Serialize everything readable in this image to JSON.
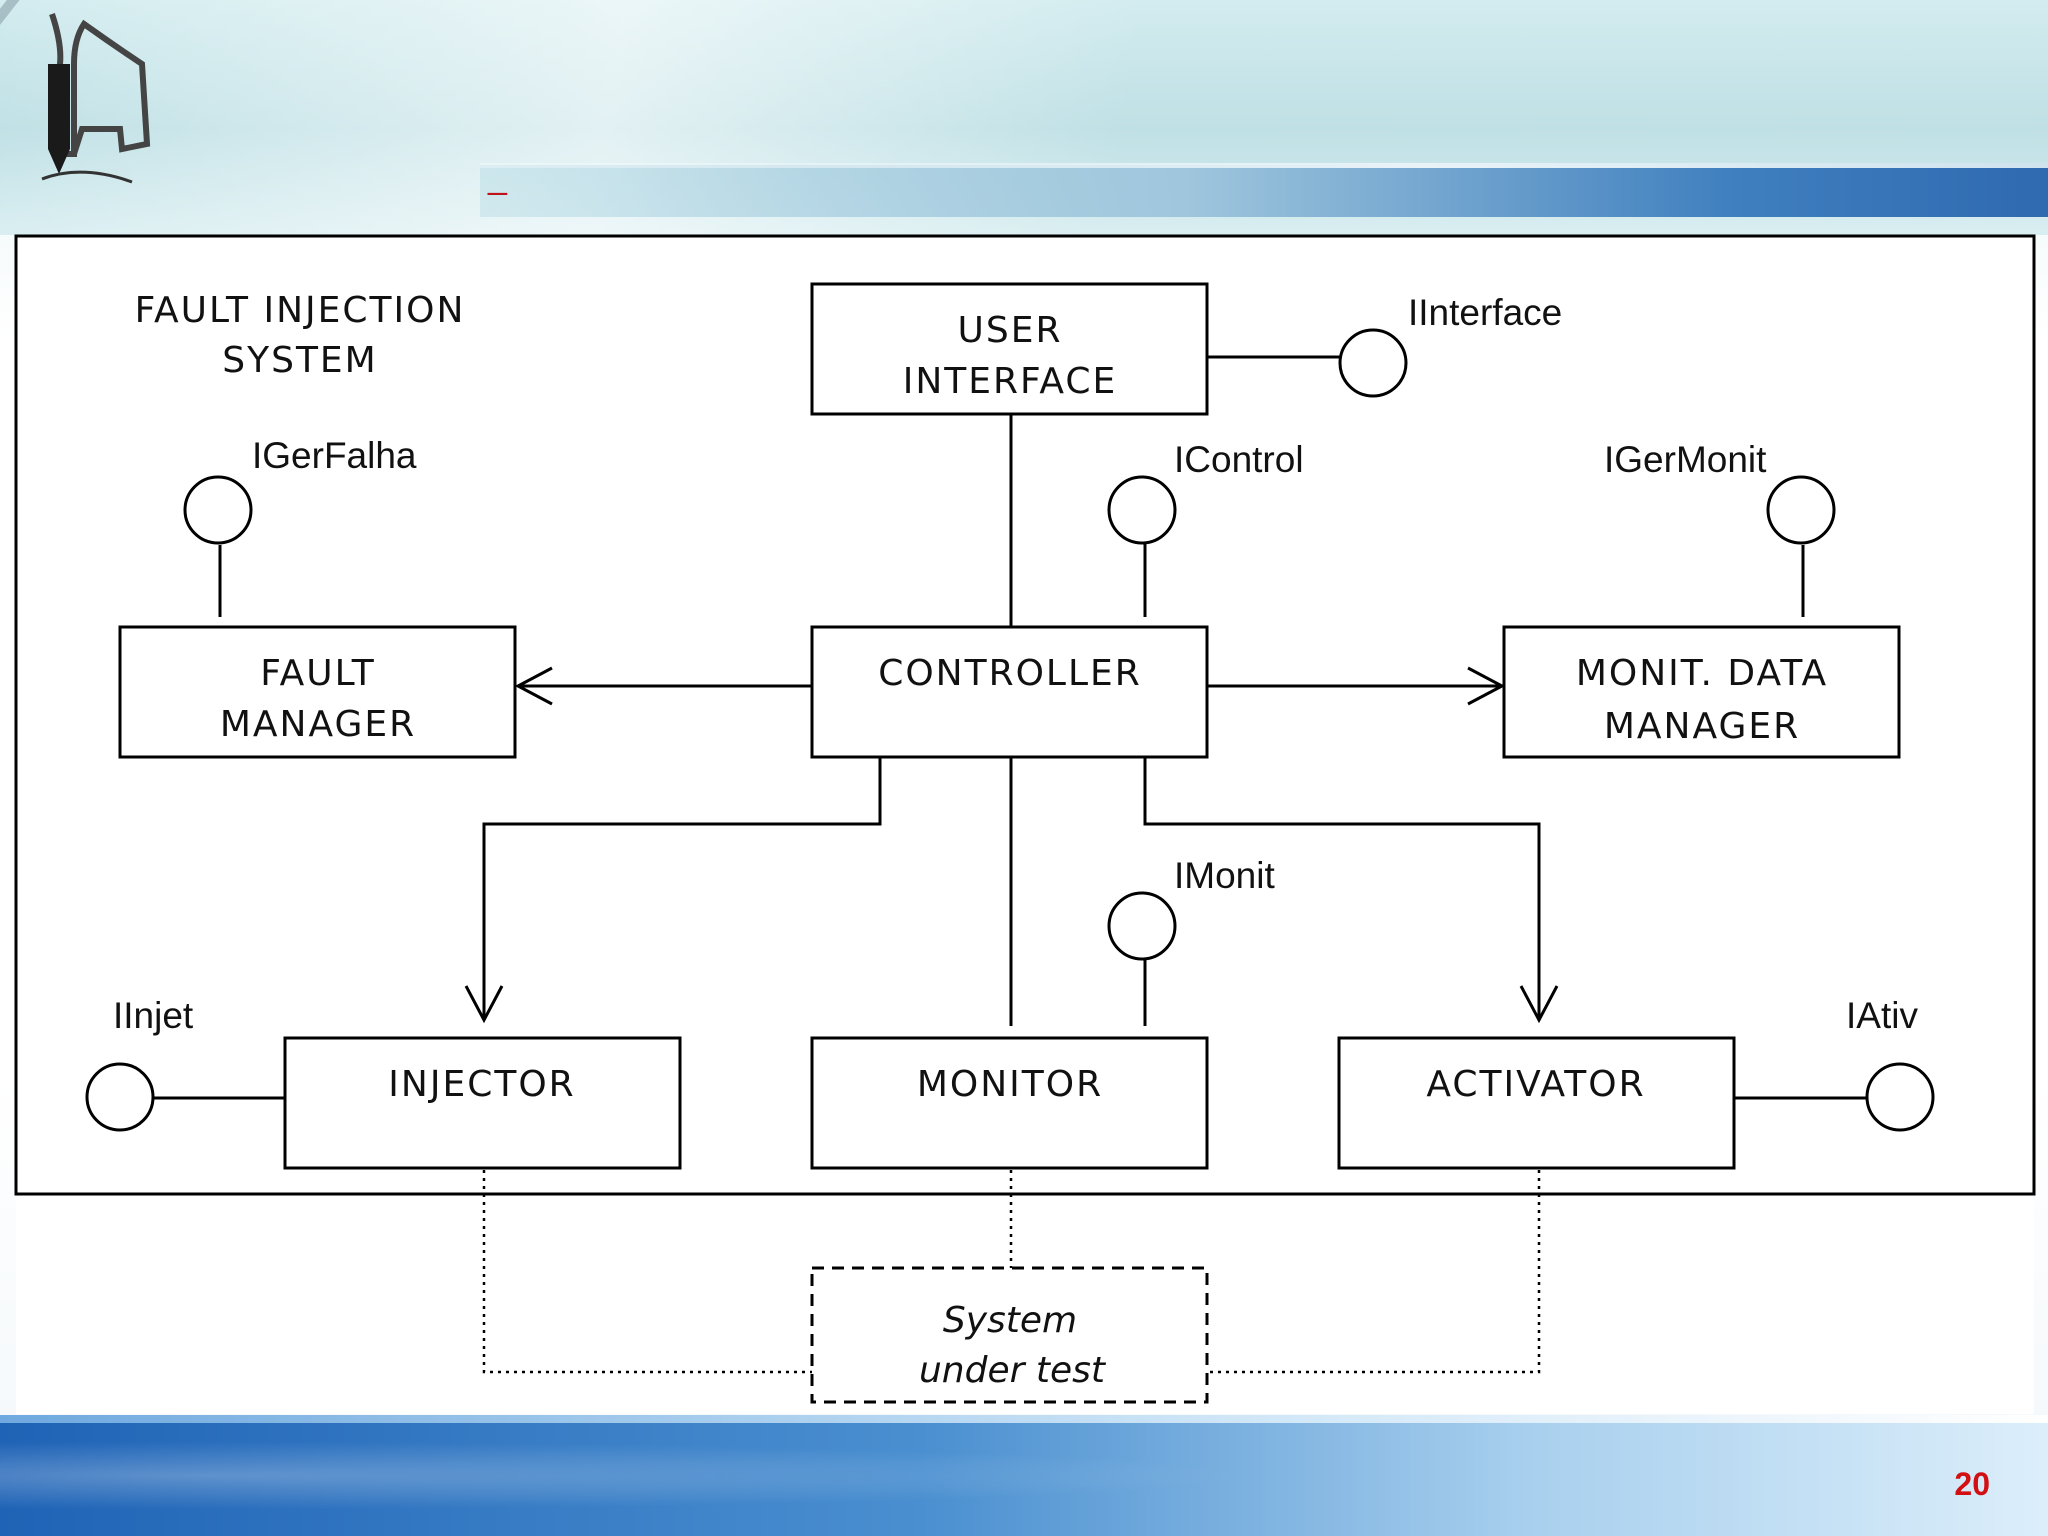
{
  "slide": {
    "title_mark": "_",
    "page_number": "20"
  },
  "diagram": {
    "system_title": [
      "FAULT INJECTION",
      "SYSTEM"
    ],
    "components": {
      "user_interface": [
        "USER",
        "INTERFACE"
      ],
      "controller": [
        "CONTROLLER"
      ],
      "fault_manager": [
        "FAULT",
        "MANAGER"
      ],
      "monit_data_manager": [
        "MONIT. DATA",
        "MANAGER"
      ],
      "injector": [
        "INJECTOR"
      ],
      "monitor": [
        "MONITOR"
      ],
      "activator": [
        "ACTIVATOR"
      ]
    },
    "interfaces": {
      "iinterface": "IInterface",
      "igerfalha": "IGerFalha",
      "icontrol": "IControl",
      "igermonit": "IGerMonit",
      "imonit": "IMonit",
      "iinjet": "IInjet",
      "iativ": "IAtiv"
    },
    "system_under_test": [
      "System",
      "under test"
    ]
  }
}
